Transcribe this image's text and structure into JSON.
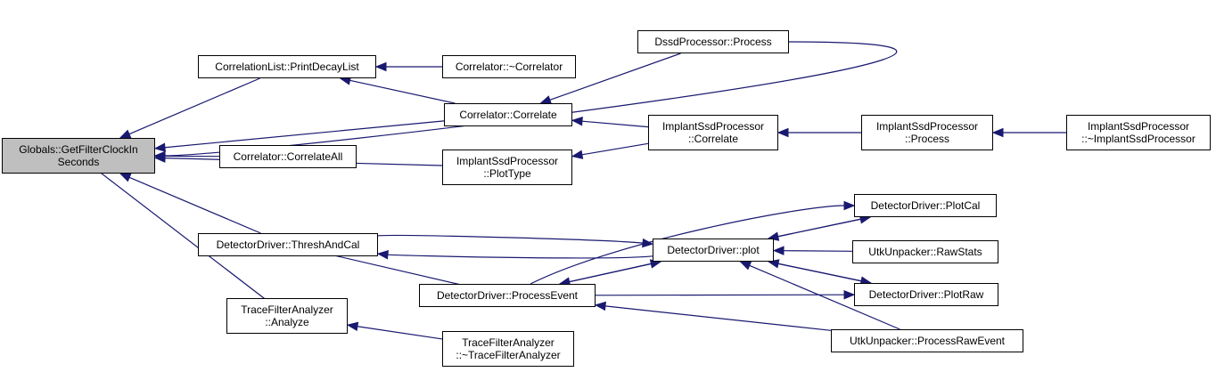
{
  "colors": {
    "edge": "#191970",
    "root_fill": "#bfbfbf",
    "node_border": "#000000"
  },
  "nodes": {
    "root": [
      "Globals::GetFilterClockIn",
      "Seconds"
    ],
    "dssd": [
      "DssdProcessor::Process"
    ],
    "printdecay": [
      "CorrelationList::PrintDecayList"
    ],
    "corrdtor": [
      "Correlator::~Correlator"
    ],
    "correlate": [
      "Correlator::Correlate"
    ],
    "corrall": [
      "Correlator::CorrelateAll"
    ],
    "isplot": [
      "ImplantSsdProcessor",
      "::PlotType"
    ],
    "iscorr": [
      "ImplantSsdProcessor",
      "::Correlate"
    ],
    "isproc": [
      "ImplantSsdProcessor",
      "::Process"
    ],
    "isdtor": [
      "ImplantSsdProcessor",
      "::~ImplantSsdProcessor"
    ],
    "thresh": [
      "DetectorDriver::ThreshAndCal"
    ],
    "ddplot": [
      "DetectorDriver::plot"
    ],
    "plotcal": [
      "DetectorDriver::PlotCal"
    ],
    "rawstats": [
      "UtkUnpacker::RawStats"
    ],
    "procevent": [
      "DetectorDriver::ProcessEvent"
    ],
    "plotraw": [
      "DetectorDriver::PlotRaw"
    ],
    "tfa": [
      "TraceFilterAnalyzer",
      "::Analyze"
    ],
    "tfadtor": [
      "TraceFilterAnalyzer",
      "::~TraceFilterAnalyzer"
    ],
    "rawevent": [
      "UtkUnpacker::ProcessRawEvent"
    ]
  },
  "edges": [
    [
      "dssd",
      "root"
    ],
    [
      "printdecay",
      "root"
    ],
    [
      "correlate",
      "root"
    ],
    [
      "corrall",
      "root"
    ],
    [
      "isplot",
      "root"
    ],
    [
      "thresh",
      "root"
    ],
    [
      "tfa",
      "root"
    ],
    [
      "corrdtor",
      "printdecay"
    ],
    [
      "correlate",
      "printdecay"
    ],
    [
      "dssd",
      "correlate"
    ],
    [
      "iscorr",
      "correlate"
    ],
    [
      "iscorr",
      "isplot"
    ],
    [
      "isproc",
      "iscorr"
    ],
    [
      "isdtor",
      "isproc"
    ],
    [
      "ddplot",
      "thresh"
    ],
    [
      "procevent",
      "thresh"
    ],
    [
      "thresh",
      "ddplot"
    ],
    [
      "procevent",
      "ddplot"
    ],
    [
      "plotcal",
      "ddplot"
    ],
    [
      "rawstats",
      "ddplot"
    ],
    [
      "plotraw",
      "ddplot"
    ],
    [
      "rawevent",
      "ddplot"
    ],
    [
      "ddplot",
      "procevent"
    ],
    [
      "rawevent",
      "procevent"
    ],
    [
      "procevent",
      "plotcal"
    ],
    [
      "ddplot",
      "plotcal"
    ],
    [
      "procevent",
      "plotraw"
    ],
    [
      "ddplot",
      "plotraw"
    ],
    [
      "tfadtor",
      "tfa"
    ]
  ]
}
